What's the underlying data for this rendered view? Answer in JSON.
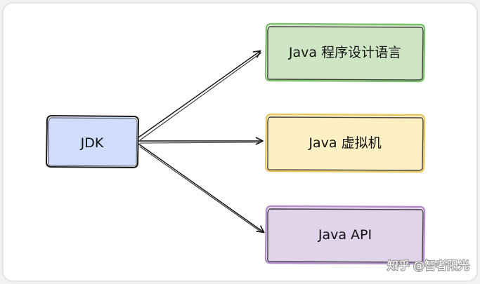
{
  "diagram": {
    "source_node": {
      "label": "JDK",
      "fill": "#cfdcfb",
      "stroke": "#1b1b1b"
    },
    "target_nodes": [
      {
        "id": "language",
        "label": "Java 程序设计语言",
        "fill": "#cfe6c4",
        "stroke": "#1b1b1b",
        "accent": "#7cc06a"
      },
      {
        "id": "jvm",
        "label": "Java 虚拟机",
        "fill": "#fdf0c4",
        "stroke": "#1b1b1b",
        "accent": "#e7c85e"
      },
      {
        "id": "api",
        "label": "Java API",
        "fill": "#e1d3ea",
        "stroke": "#1b1b1b",
        "accent": "#b48ccc"
      }
    ],
    "edges": [
      {
        "from": "JDK",
        "to": "language"
      },
      {
        "from": "JDK",
        "to": "jvm"
      },
      {
        "from": "JDK",
        "to": "api"
      }
    ]
  },
  "watermark": {
    "text": "知乎 @智者阳光"
  },
  "colors": {
    "page_background": "#f2f2f2",
    "panel_background": "#ffffff",
    "panel_border": "#e0e0e0",
    "arrow": "#111111"
  }
}
